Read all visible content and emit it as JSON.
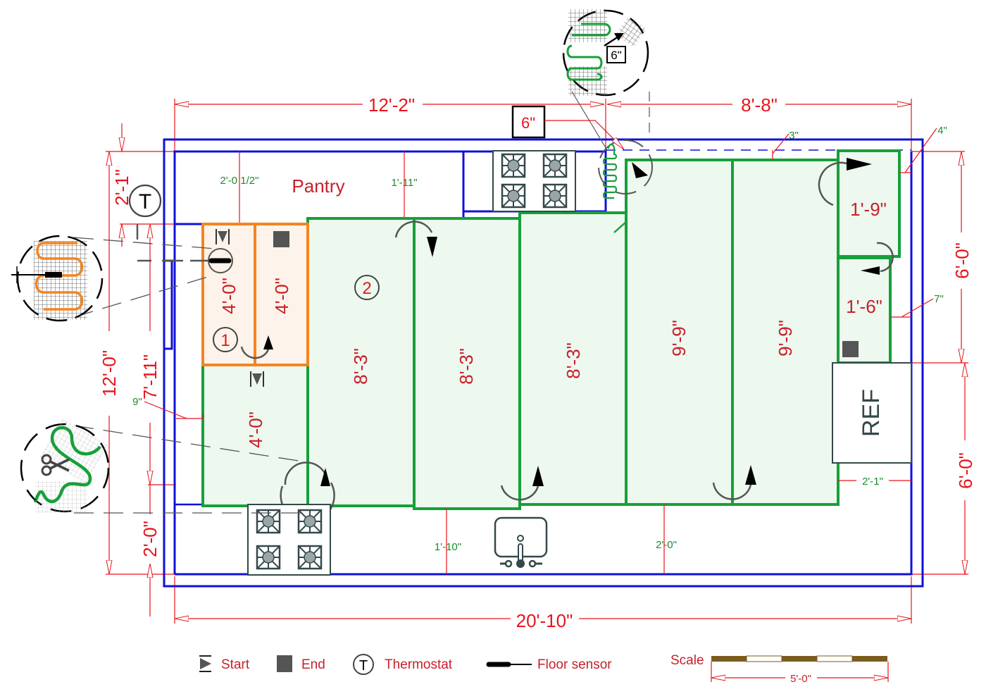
{
  "overall": {
    "top_left_width": "12'-2\"",
    "top_right_width": "8'-8\"",
    "bottom_width": "20'-10\"",
    "left_height": "12'-0\"",
    "left_upper": "7'-11\"",
    "left_lower": "2'-0\"",
    "left_top": "2'-1\"",
    "right_upper": "6'-0\"",
    "right_lower": "6'-0\""
  },
  "rooms": {
    "pantry": "Pantry"
  },
  "clearances": {
    "pantry_depth": "2'-0 1/2\"",
    "pantry_right": "1'-11\"",
    "wall_left": "9\"",
    "bottom_left": "1'-10\"",
    "bottom_right": "2'-0\"",
    "top_gap": "3\"",
    "right_top": "4\"",
    "right_mid": "7\"",
    "ref_gap": "2'-1\"",
    "cut_note": "6\""
  },
  "mats": [
    {
      "id": "mat-1a",
      "length": "4'-0\"",
      "color": "#f5841f"
    },
    {
      "id": "mat-1b",
      "length": "4'-0\"",
      "color": "#f5841f"
    },
    {
      "id": "mat-2a",
      "length": "4'-0\"",
      "color": "#16a03a"
    },
    {
      "id": "mat-2b",
      "length": "8'-3\"",
      "color": "#16a03a"
    },
    {
      "id": "mat-2c",
      "length": "8'-3\"",
      "color": "#16a03a"
    },
    {
      "id": "mat-2d",
      "length": "8'-3\"",
      "color": "#16a03a"
    },
    {
      "id": "mat-2e",
      "length": "9'-9\"",
      "color": "#16a03a"
    },
    {
      "id": "mat-2f",
      "length": "9'-9\"",
      "color": "#16a03a"
    },
    {
      "id": "mat-2g",
      "length": "1'-9\"",
      "color": "#16a03a"
    },
    {
      "id": "mat-2h",
      "length": "1'-6\"",
      "color": "#16a03a"
    }
  ],
  "circuits": {
    "one": "1",
    "two": "2"
  },
  "appliances": {
    "ref": "REF",
    "thermostat": "T"
  },
  "detail": {
    "cut_label": "6\""
  },
  "legend": {
    "start": "Start",
    "end": "End",
    "thermostat": "Thermostat",
    "thermostat_glyph": "T",
    "floor_sensor": "Floor sensor",
    "scale_label": "Scale",
    "scale_length": "5'-0\""
  },
  "colors": {
    "wall": "#1010d8",
    "dimension": "#e8141c",
    "circuit1": "#f5841f",
    "circuit2": "#16a03a",
    "scale_dark": "#7a5c1e"
  }
}
